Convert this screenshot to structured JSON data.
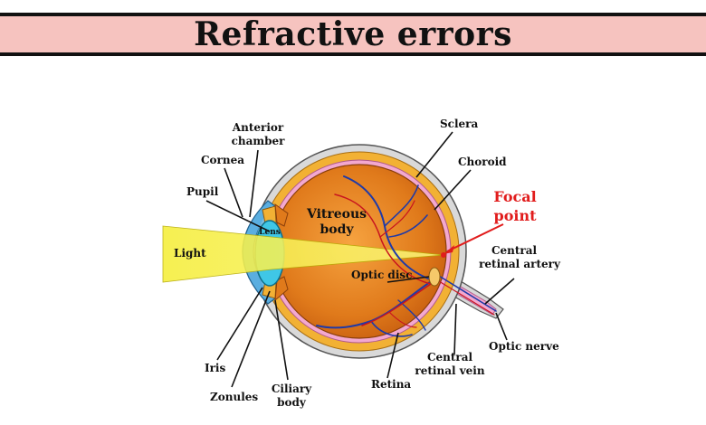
{
  "title": "Refractive errors",
  "colors": {
    "title_band": "#f6c3bf",
    "focal_point": "#e11c1c",
    "light_beam": "#f5ef3a",
    "vitreous": "#e07a1b",
    "retina_vessels": "#1f3aa8",
    "sclera": "#d9d9d9",
    "choroid": "#f2b134",
    "cornea": "#5aaee0",
    "lens": "#3fc7e6"
  },
  "labels": {
    "anterior_chamber": [
      "Anterior",
      "chamber"
    ],
    "sclera": "Sclera",
    "cornea": "Cornea",
    "choroid": "Choroid",
    "pupil": "Pupil",
    "focal_point": [
      "Focal",
      "point"
    ],
    "vitreous_body": [
      "Vitreous",
      "body"
    ],
    "lens": "Lens",
    "light": "Light",
    "central_retinal_artery": [
      "Central",
      "retinal artery"
    ],
    "optic_disc": "Optic disc",
    "iris": "Iris",
    "optic_nerve": "Optic nerve",
    "central_retinal_vein": [
      "Central",
      "retinal vein"
    ],
    "zonules": "Zonules",
    "ciliary_body": [
      "Ciliary",
      "body"
    ],
    "retina": "Retina"
  }
}
